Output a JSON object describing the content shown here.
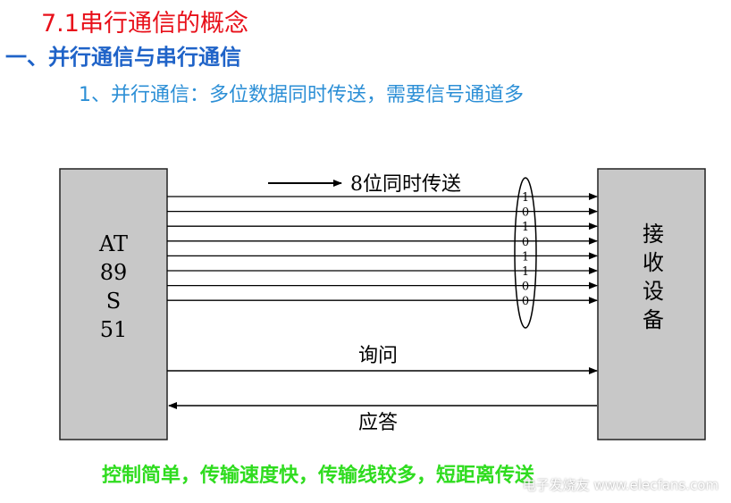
{
  "title": "7.1串行通信的概念",
  "section": "一、并行通信与串行通信",
  "subsection": "1、并行通信：多位数据同时传送，需要信号通道多",
  "sender": {
    "lines": [
      "AT",
      "89",
      "S",
      "51"
    ]
  },
  "receiver": {
    "lines": [
      "接",
      "收",
      "设",
      "备"
    ]
  },
  "transfer_label": "8位同时传送",
  "data_bits": [
    "1",
    "0",
    "1",
    "0",
    "1",
    "1",
    "0",
    "0"
  ],
  "query_label": "询问",
  "reply_label": "应答",
  "bottom_note": "控制简单，传输速度快，传输线较多，短距离传送",
  "watermark": "电子发烧友 www.elecfans.com",
  "colors": {
    "title": "#e8101a",
    "section": "#1f63c8",
    "subsection": "#2c8fd6",
    "note": "#2fdc1f",
    "box_fill": "#c8c8c8"
  }
}
